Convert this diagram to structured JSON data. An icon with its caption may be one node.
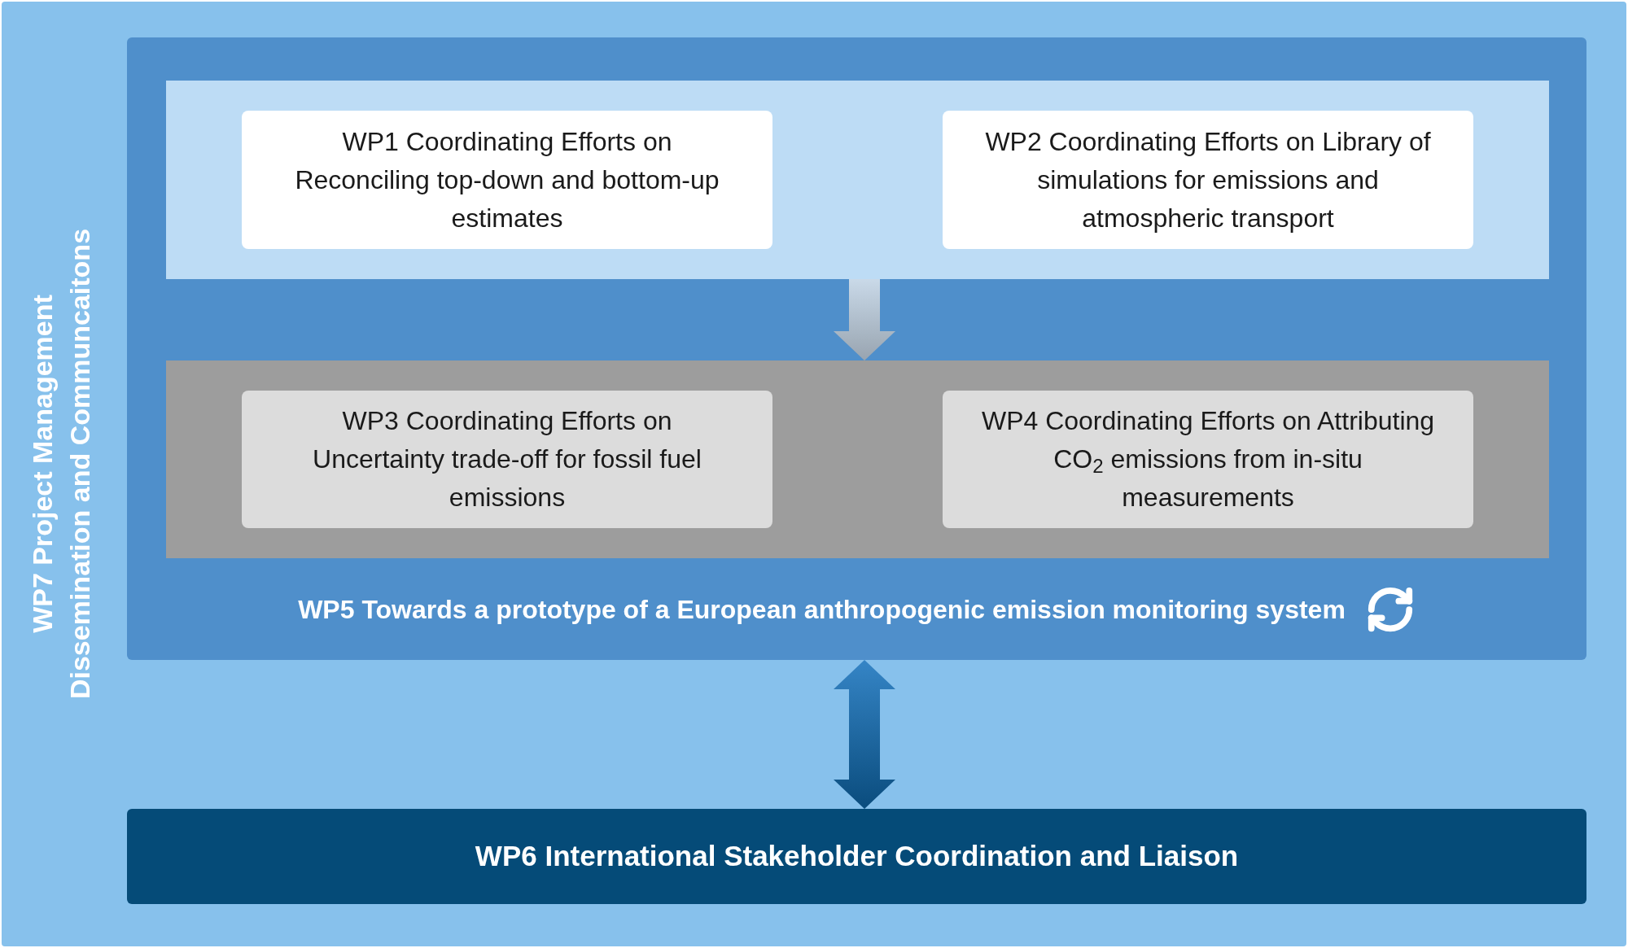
{
  "diagram": {
    "nodes": [
      {
        "text": [
          "WP7 Project Management Dissemination and Communcaitons"
        ]
      },
      {
        "text": [
          "WP5 Towards a prototype of a European anthropogenic emission monitoring system"
        ],
        "in": 0
      },
      {
        "text": [],
        "shape": "box",
        "in": 1
      },
      {
        "text": [
          "WP1 Coordinating Efforts on Reconciling top-down and bottom-up estimates"
        ],
        "in": 2
      },
      {
        "text": [
          "WP2 Coordinating Efforts on Library of simulations for emissions and atmospheric transport"
        ],
        "in": 2
      },
      {
        "text": [],
        "shape": "box",
        "in": 1
      },
      {
        "text": [
          "WP3 Coordinating Efforts on Uncertainty trade-off for fossil fuel emissions"
        ],
        "in": 5
      },
      {
        "text": [
          "WP4 Coordinating Efforts on Attributing CO$_{2}$ emissions from in-situ measurements"
        ],
        "in": 5
      },
      {
        "text": [
          "WP6 International Stakeholder Coordination and Liaison"
        ],
        "in": 0
      }
    ],
    "edges": [
      {
        "from": 2,
        "to": 5,
        "arrow": "to"
      },
      {
        "from": 1,
        "to": 8,
        "arrow": "both"
      }
    ]
  }
}
